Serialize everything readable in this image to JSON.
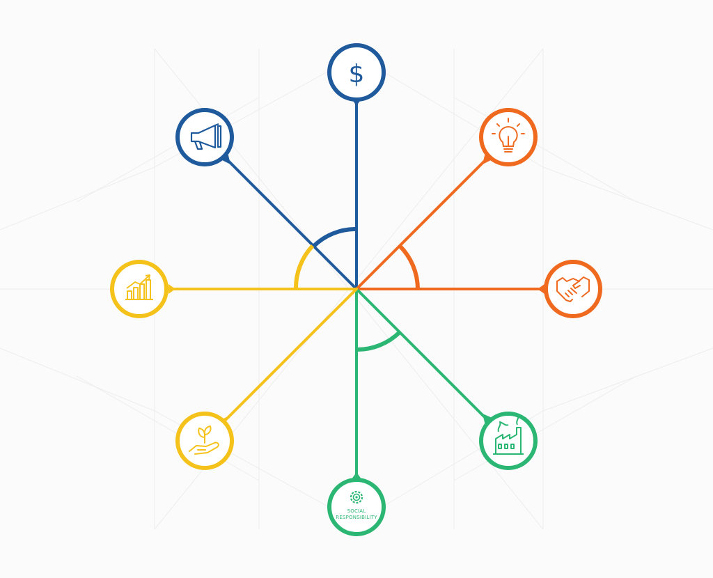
{
  "colors": {
    "background": "#fbfbfb",
    "grid": "#eeeeee",
    "blue": "#1f5a9c",
    "orange": "#ef6a1f",
    "green": "#2bb673",
    "yellow": "#f5c21b"
  },
  "nodes": [
    {
      "id": "finance",
      "icon": "dollar-icon",
      "color": "#1f5a9c"
    },
    {
      "id": "innovation",
      "icon": "lightbulb-icon",
      "color": "#ef6a1f"
    },
    {
      "id": "partnership",
      "icon": "handshake-icon",
      "color": "#ef6a1f"
    },
    {
      "id": "industry",
      "icon": "factory-icon",
      "color": "#2bb673"
    },
    {
      "id": "social",
      "icon": "gear-icon",
      "color": "#2bb673",
      "label_line1": "SOCIAL",
      "label_line2": "RESPONSIBILITY"
    },
    {
      "id": "sustainability",
      "icon": "hand-plant-icon",
      "color": "#f5c21b"
    },
    {
      "id": "growth",
      "icon": "growth-chart-icon",
      "color": "#f5c21b"
    },
    {
      "id": "marketing",
      "icon": "megaphone-icon",
      "color": "#1f5a9c"
    }
  ]
}
